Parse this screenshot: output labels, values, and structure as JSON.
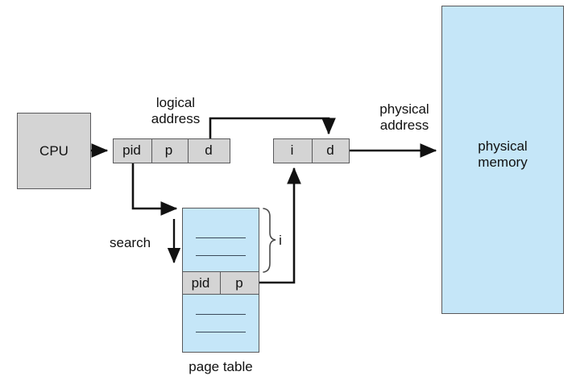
{
  "diagram": {
    "title": "Inverted page table address translation",
    "colors": {
      "gray_fill": "#d4d4d4",
      "blue_fill": "#c5e6f8",
      "border": "#59595b",
      "wire": "#111111"
    },
    "cpu": {
      "label": "CPU"
    },
    "logical_address": {
      "caption": "logical\naddress",
      "fields": [
        {
          "label": "pid"
        },
        {
          "label": "p"
        },
        {
          "label": "d"
        }
      ]
    },
    "physical_address": {
      "caption": "physical\naddress",
      "fields": [
        {
          "label": "i"
        },
        {
          "label": "d"
        }
      ]
    },
    "physical_memory": {
      "label": "physical\nmemory"
    },
    "page_table": {
      "caption": "page table",
      "entry_fields": [
        {
          "label": "pid"
        },
        {
          "label": "p"
        }
      ]
    },
    "annotations": {
      "search": "search",
      "index": "i"
    }
  }
}
